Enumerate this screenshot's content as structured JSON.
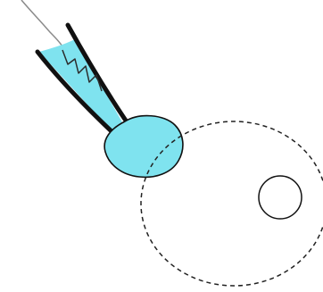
{
  "diagram": {
    "colors": {
      "background": "#ffffff",
      "fluid": "#7fe3ef",
      "outline": "#111111",
      "wire": "#8a8a8a",
      "cell_outline": "#222222"
    },
    "elements": [
      {
        "name": "pipette-wire",
        "icon": "wire-line"
      },
      {
        "name": "pipette-fluid",
        "icon": "fluid-fill"
      },
      {
        "name": "pipette-left-wall",
        "icon": "thick-stroke"
      },
      {
        "name": "pipette-right-wall",
        "icon": "thick-stroke"
      },
      {
        "name": "electrode-zigzag",
        "icon": "zigzag-line"
      },
      {
        "name": "attached-vesicle",
        "icon": "filled-blob"
      },
      {
        "name": "cell-membrane-outline",
        "icon": "dashed-ellipse"
      },
      {
        "name": "cell-nucleus",
        "icon": "circle-outline"
      }
    ]
  }
}
